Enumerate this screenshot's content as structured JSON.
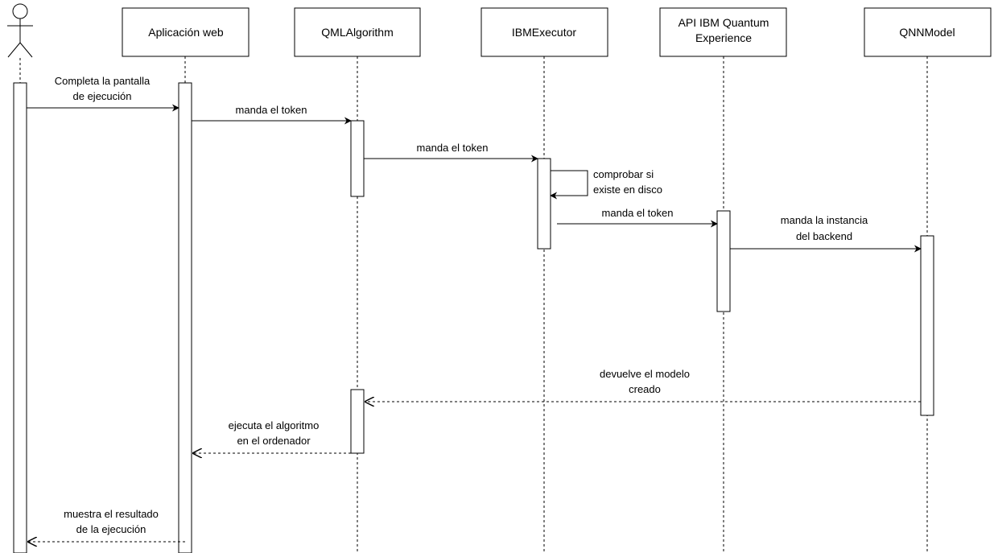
{
  "participants": [
    {
      "id": "actor",
      "label": "",
      "kind": "actor-icon"
    },
    {
      "id": "web",
      "label": "Aplicación web"
    },
    {
      "id": "qml",
      "label": "QMLAlgorithm"
    },
    {
      "id": "ibm",
      "label": "IBMExecutor"
    },
    {
      "id": "api",
      "label_lines": [
        "API IBM Quantum",
        "Experience"
      ]
    },
    {
      "id": "qnn",
      "label": "QNNModel"
    }
  ],
  "messages": [
    {
      "from": "actor",
      "to": "web",
      "style": "sync",
      "lines": [
        "Completa la pantalla",
        "de ejecución"
      ]
    },
    {
      "from": "web",
      "to": "qml",
      "style": "sync",
      "lines": [
        "manda el token"
      ]
    },
    {
      "from": "qml",
      "to": "ibm",
      "style": "sync",
      "lines": [
        "manda el token"
      ]
    },
    {
      "from": "ibm",
      "to": "ibm",
      "style": "self",
      "lines": [
        "comprobar si",
        "existe en disco"
      ]
    },
    {
      "from": "ibm",
      "to": "api",
      "style": "sync",
      "lines": [
        "manda el token"
      ]
    },
    {
      "from": "api",
      "to": "qnn",
      "style": "sync",
      "lines": [
        "manda la instancia",
        "del backend"
      ]
    },
    {
      "from": "qnn",
      "to": "qml",
      "style": "return",
      "lines": [
        "devuelve el modelo",
        "creado"
      ]
    },
    {
      "from": "qml",
      "to": "web",
      "style": "return",
      "lines": [
        "ejecuta el algoritmo",
        "en el ordenador"
      ]
    },
    {
      "from": "web",
      "to": "actor",
      "style": "return",
      "lines": [
        "muestra el resultado",
        "de la ejecución"
      ]
    }
  ]
}
